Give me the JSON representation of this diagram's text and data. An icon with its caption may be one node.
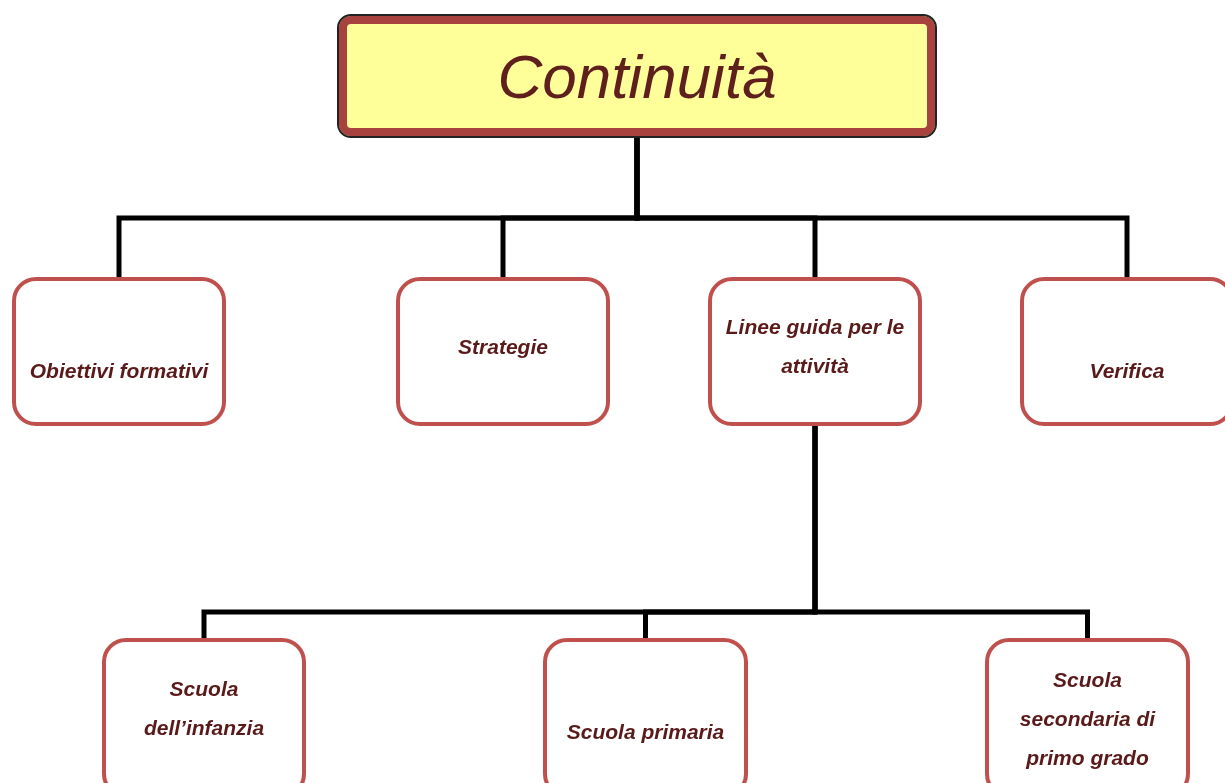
{
  "diagram": {
    "nodes": [
      {
        "text": [
          "Continuità"
        ]
      },
      {
        "text": [
          "Obiettivi formativi"
        ]
      },
      {
        "text": [
          "Strategie"
        ]
      },
      {
        "text": [
          "Linee guida per le attività"
        ]
      },
      {
        "text": [
          "Verifica"
        ]
      },
      {
        "text": [
          "Scuola dell’infanzia"
        ]
      },
      {
        "text": [
          "Scuola primaria"
        ]
      },
      {
        "text": [
          "Scuola secondaria di primo grado"
        ]
      }
    ],
    "edges": [
      {
        "from": 0,
        "to": 1,
        "arrow": "none"
      },
      {
        "from": 0,
        "to": 2,
        "arrow": "none"
      },
      {
        "from": 0,
        "to": 3,
        "arrow": "none"
      },
      {
        "from": 0,
        "to": 4,
        "arrow": "none"
      },
      {
        "from": 3,
        "to": 5,
        "arrow": "none"
      },
      {
        "from": 3,
        "to": 6,
        "arrow": "none"
      },
      {
        "from": 3,
        "to": 7,
        "arrow": "none"
      }
    ]
  }
}
